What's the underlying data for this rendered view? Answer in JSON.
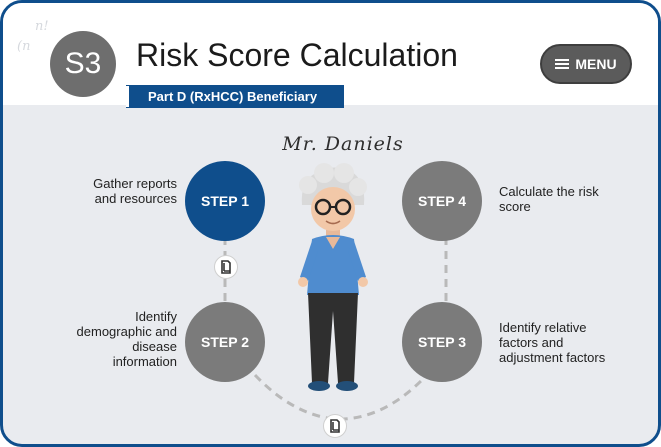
{
  "header": {
    "section_code": "S3",
    "title": "Risk Score Calculation",
    "subtitle": "Part D (RxHCC) Beneficiary",
    "menu_label": "MENU",
    "menu_icon": "list-menu-icon",
    "decoration_text": [
      "n!",
      "(n"
    ]
  },
  "character": {
    "name": "Mr. Daniels"
  },
  "steps": [
    {
      "label": "STEP 1",
      "description": "Gather reports and resources",
      "active": true
    },
    {
      "label": "STEP 2",
      "description": "Identify demographic and disease information",
      "active": false
    },
    {
      "label": "STEP 3",
      "description": "Identify relative factors and adjustment factors",
      "active": false
    },
    {
      "label": "STEP 4",
      "description": "Calculate the risk score",
      "active": false
    }
  ],
  "colors": {
    "brand_blue": "#0f4e8c",
    "step_inactive": "#7b7b7b",
    "background": "#e9ebef",
    "badge_gray": "#6e6e6e"
  }
}
